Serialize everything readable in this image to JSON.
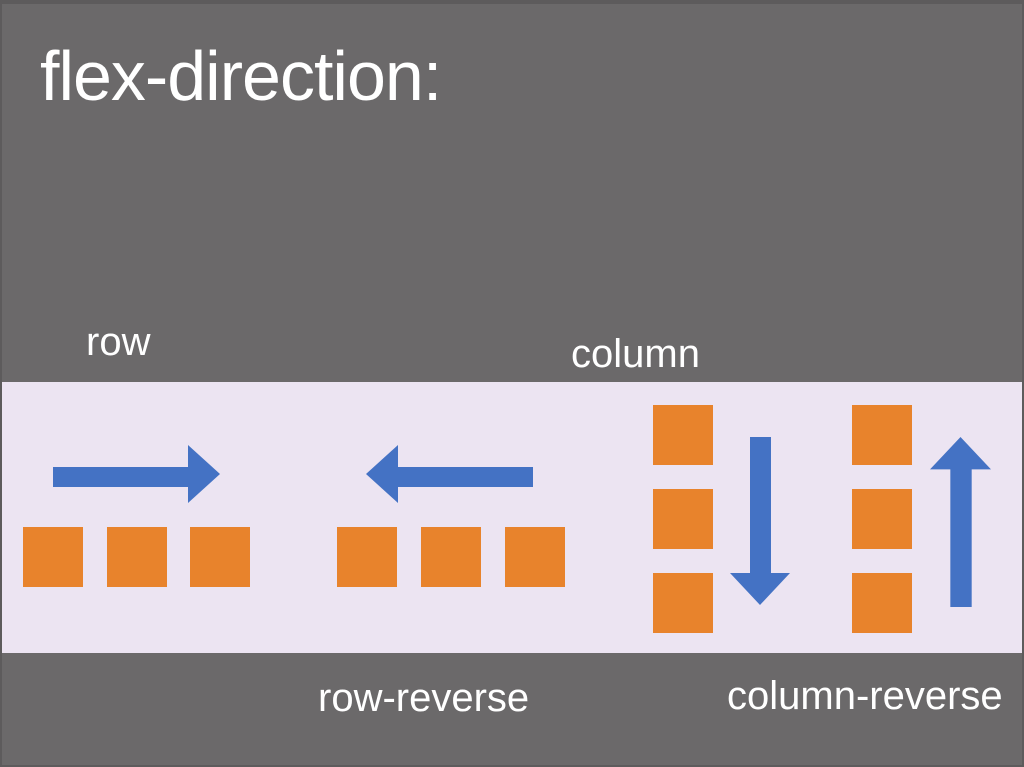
{
  "slide": {
    "title": "flex-direction:"
  },
  "labels": {
    "row": "row",
    "column": "column",
    "row_reverse": "row-reverse",
    "column_reverse": "column-reverse"
  },
  "colors": {
    "background": "#6B696A",
    "frame": "#5D5B5C",
    "band": "#ECE4F2",
    "square": "#E8832C",
    "arrow": "#4472C4",
    "text": "#FFFFFF"
  },
  "diagram": {
    "groups": [
      {
        "value": "row",
        "squares": 3,
        "arrow_direction": "right"
      },
      {
        "value": "row-reverse",
        "squares": 3,
        "arrow_direction": "left"
      },
      {
        "value": "column",
        "squares": 3,
        "arrow_direction": "down"
      },
      {
        "value": "column-reverse",
        "squares": 3,
        "arrow_direction": "up"
      }
    ]
  }
}
